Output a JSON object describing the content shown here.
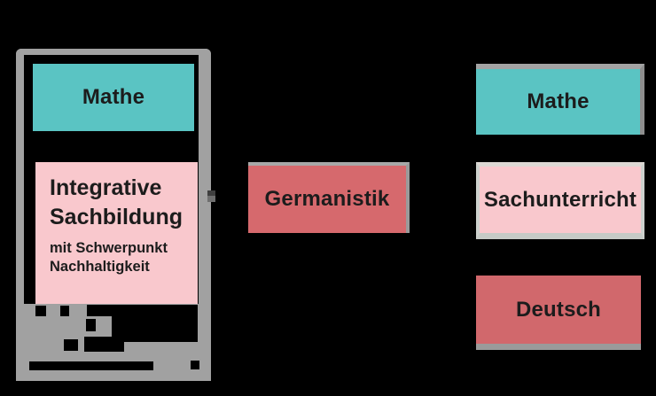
{
  "colors": {
    "background": "#000000",
    "teal": "#5ac4c3",
    "pink": "#f9c8cd",
    "salmon": "#d6696d",
    "frame_gray": "#a1a1a1",
    "light_border_gray": "#cdd1cd",
    "text": "#1c1c1c"
  },
  "phone": {
    "subject_top": {
      "label": "Mathe"
    },
    "subject_main": {
      "title": "Integrative Sachbildung",
      "subtitle": "mit Schwerpunkt Nachhaltigkeit"
    }
  },
  "middle": {
    "label": "Germanistik"
  },
  "right_column": {
    "items": [
      {
        "label": "Mathe"
      },
      {
        "label": "Sachunterricht"
      },
      {
        "label": "Deutsch"
      }
    ]
  },
  "pixelation": {
    "blocks": [
      [
        22,
        2,
        12,
        12
      ],
      [
        50,
        2,
        10,
        12
      ],
      [
        80,
        1,
        28,
        13
      ],
      [
        108,
        1,
        97,
        42
      ],
      [
        79,
        17,
        11,
        14
      ],
      [
        54,
        40,
        16,
        13
      ],
      [
        77,
        37,
        45,
        17
      ],
      [
        15,
        65,
        140,
        10
      ],
      [
        197,
        64,
        10,
        10
      ]
    ]
  }
}
